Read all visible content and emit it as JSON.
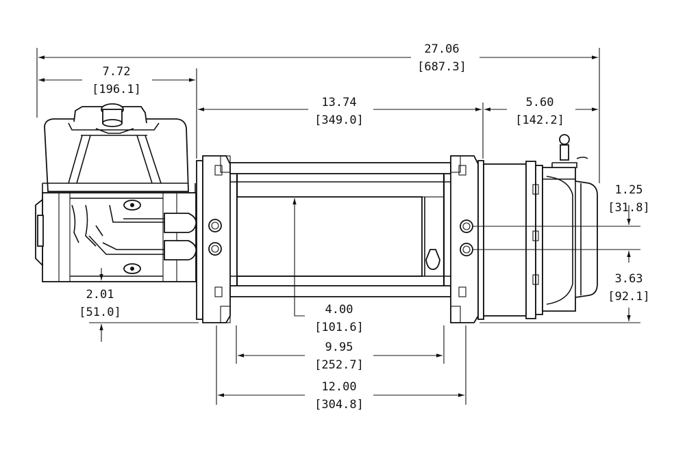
{
  "dimensions": {
    "overall_length": {
      "in": "27.06",
      "mm": "[687.3]"
    },
    "motor_width": {
      "in": "7.72",
      "mm": "[196.1]"
    },
    "frame_span": {
      "in": "13.74",
      "mm": "[349.0]"
    },
    "gearbox_width": {
      "in": "5.60",
      "mm": "[142.2]"
    },
    "bolt_spacing": {
      "in": "1.25",
      "mm": "[31.8]"
    },
    "bolt_to_base": {
      "in": "3.63",
      "mm": "[92.1]"
    },
    "motor_offset": {
      "in": "2.01",
      "mm": "[51.0]"
    },
    "drum_diameter": {
      "in": "4.00",
      "mm": "[101.6]"
    },
    "drum_length": {
      "in": "9.95",
      "mm": "[252.7]"
    },
    "mount_spacing": {
      "in": "12.00",
      "mm": "[304.8]"
    }
  }
}
